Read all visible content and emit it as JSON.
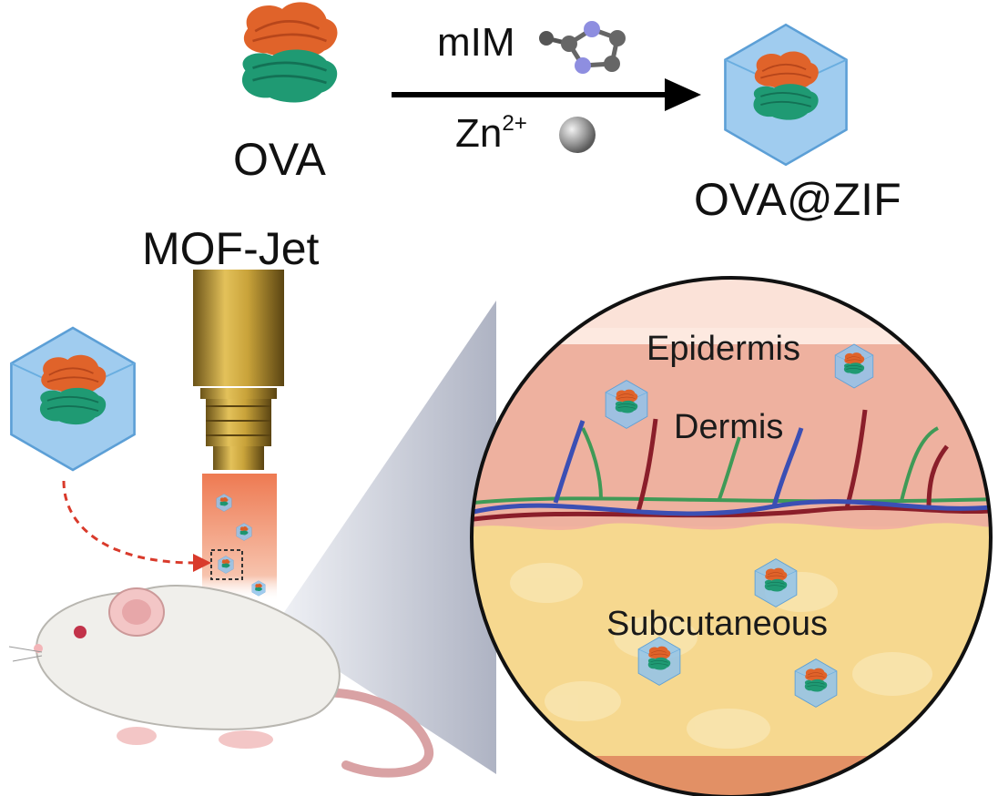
{
  "reaction": {
    "reactant": "OVA",
    "product": "OVA@ZIF",
    "reagent_top": "mIM",
    "reagent_bottom_base": "Zn",
    "reagent_bottom_sup": "2+"
  },
  "device": {
    "label": "MOF-Jet"
  },
  "skin": {
    "layers": [
      "Epidermis",
      "Dermis",
      "Subcutaneous"
    ]
  },
  "colors": {
    "protein_top": "#e0632a",
    "protein_bottom": "#1f9a73",
    "zif_shell": "#8fc3ec",
    "jet_stream": "#ee7a52",
    "dashed_arrow": "#d93a2b",
    "epidermis": "#f6b9a3",
    "dermis": "#ecb3a0",
    "subcutaneous": "#f6d88f",
    "artery": "#8a1e2a",
    "vein": "#3b4fb4",
    "lymph": "#3f9a57",
    "device_metal": "#c9a33a"
  }
}
